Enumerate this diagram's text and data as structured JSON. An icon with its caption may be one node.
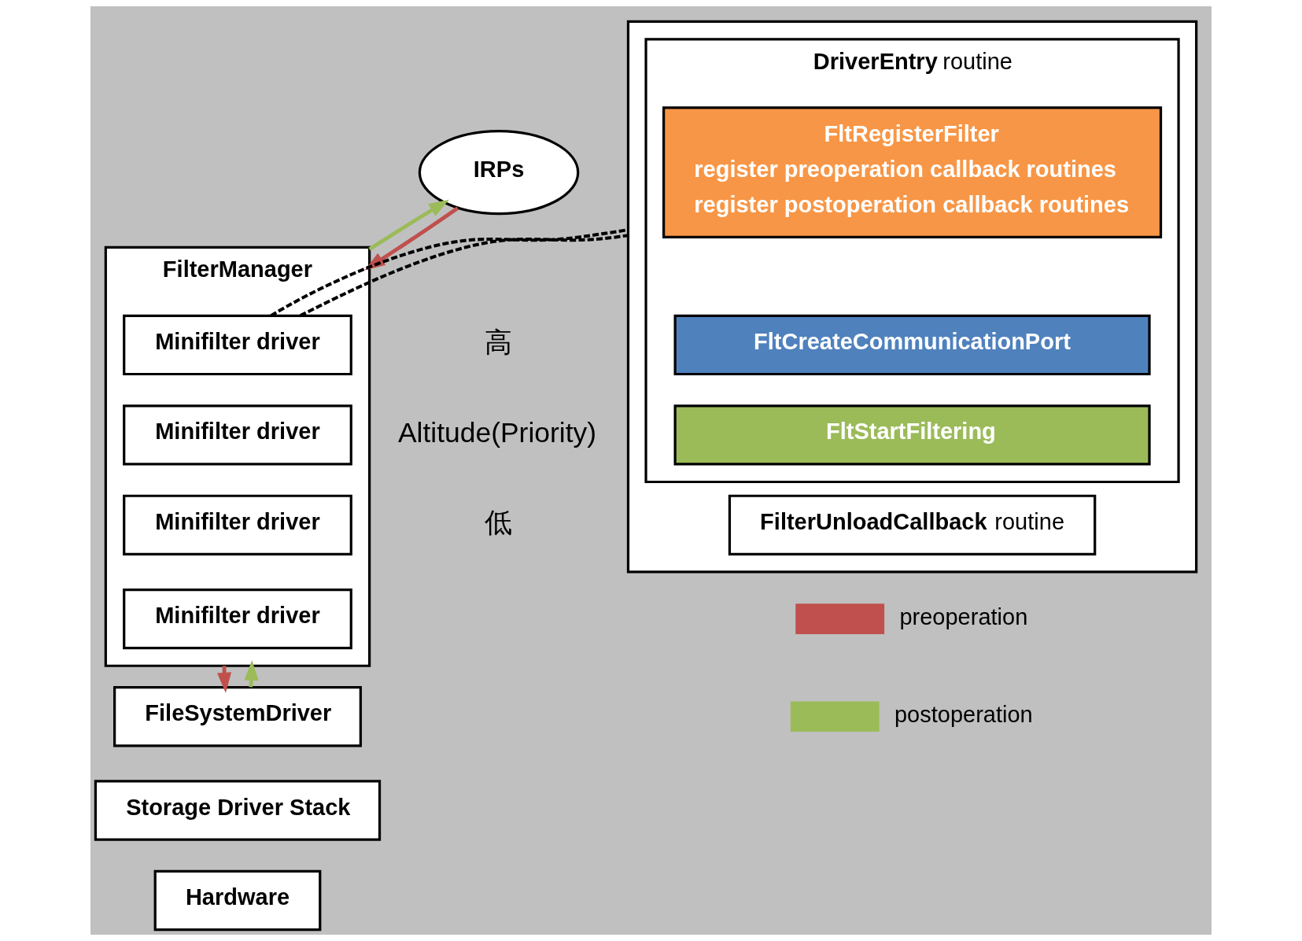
{
  "diagram": {
    "nodes": [
      {
        "text": [
          "IRPs"
        ]
      },
      {
        "text": [
          "FilterManager"
        ]
      },
      {
        "text": [
          "Minifilter driver"
        ],
        "in": 1
      },
      {
        "text": [
          "Minifilter driver"
        ],
        "in": 1
      },
      {
        "text": [
          "Minifilter driver"
        ],
        "in": 1
      },
      {
        "text": [
          "Minifilter driver"
        ],
        "in": 1
      },
      {
        "text": [
          "FileSystemDriver"
        ]
      },
      {
        "text": [
          "Storage Driver Stack"
        ]
      },
      {
        "text": [
          "Hardware"
        ]
      },
      {
        "text": [],
        "shape": "box"
      },
      {
        "text": [
          "**DriverEntry** routine"
        ],
        "in": 9
      },
      {
        "text": [
          "FltRegisterFilter",
          "register preoperation callback routines",
          "register postoperation callback routines"
        ],
        "in": 10
      },
      {
        "text": [
          "FltCreateCommunicationPort"
        ],
        "in": 10
      },
      {
        "text": [
          "FltStartFiltering"
        ],
        "in": 10
      },
      {
        "text": [
          "**FilterUnloadCallback** routine"
        ],
        "in": 9
      }
    ],
    "edges": [
      {
        "from": 0,
        "to": 1,
        "arrow": "to",
        "color": "#c0504d"
      },
      {
        "from": 1,
        "to": 0,
        "arrow": "to",
        "color": "#9bbb59"
      },
      {
        "from": 1,
        "to": 6,
        "arrow": "to",
        "color": "#c0504d"
      },
      {
        "from": 6,
        "to": 1,
        "arrow": "to",
        "color": "#9bbb59"
      },
      {
        "from": 2,
        "to": 9,
        "arrow": "none",
        "style": "dashed",
        "color": "#000000"
      },
      {
        "from": 2,
        "to": 9,
        "arrow": "none",
        "style": "dashed",
        "color": "#000000"
      }
    ],
    "labels": [
      "高",
      "Altitude(Priority)",
      "低"
    ],
    "legend": [
      {
        "text": "preoperation",
        "color": "#c0504d"
      },
      {
        "text": "postoperation",
        "color": "#9bbb59"
      }
    ]
  }
}
